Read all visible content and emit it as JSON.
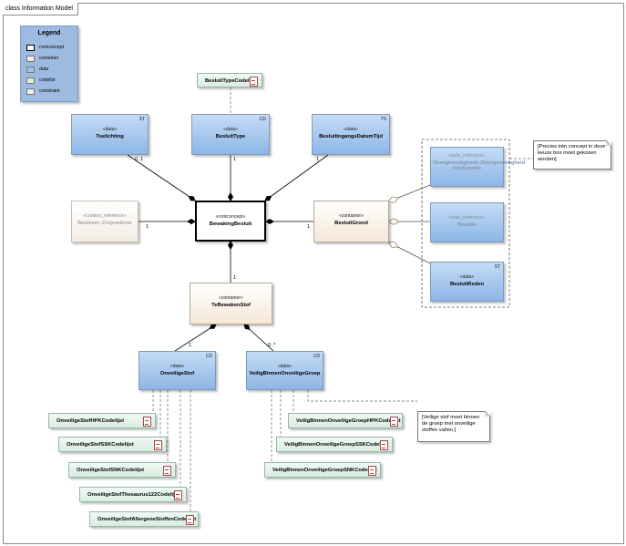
{
  "frame": {
    "title": "class Information Model"
  },
  "legend": {
    "title": "Legend",
    "items": [
      {
        "label": "rootconcept",
        "color": "#ffffff"
      },
      {
        "label": "container",
        "color": "#f7ece0"
      },
      {
        "label": "data",
        "color": "#9fc2ea"
      },
      {
        "label": "codelist",
        "color": "#d9ede1"
      },
      {
        "label": "constraint",
        "color": "#f2eef4"
      }
    ]
  },
  "classes": {
    "besluit_type_codelijst": {
      "name": "BesluitTypeCodelijst"
    },
    "toelichting": {
      "stereotype": "«data»",
      "name": "Toelichting",
      "tag": "ST"
    },
    "besluit_type": {
      "stereotype": "«data»",
      "name": "BesluitType",
      "tag": "CD"
    },
    "besluit_ingangs_datum_tijd": {
      "stereotype": "«data»",
      "name": "BesluitIngangsDatumTijd",
      "tag": "TS"
    },
    "beslisser": {
      "stereotype": "«context_reference»",
      "name": "Beslisser::Zorgverlener"
    },
    "bewaking_besluit": {
      "stereotype": "«rootconcept»",
      "name": "BewakingBesluit"
    },
    "besluit_grond": {
      "stereotype": "«container»",
      "name": "BesluitGrond"
    },
    "overgevoeligheid": {
      "stereotype": "«data_reference»",
      "name": "Overgevoeligheid::Overgevoeligheid Intolerantie"
    },
    "reactie": {
      "stereotype": "«data_reference»",
      "name": "Reactie"
    },
    "besluit_reden": {
      "stereotype": "«data»",
      "name": "BesluitReden",
      "tag": "ST"
    },
    "te_bewaken_stof": {
      "stereotype": "«container»",
      "name": "TeBewakenStof"
    },
    "onveilige_stof": {
      "stereotype": "«data»",
      "name": "OnveiligeStof",
      "tag": "CD"
    },
    "veilig_groep": {
      "stereotype": "«data»",
      "name": "VeiligBinnenOnveiligeGroep",
      "tag": "CD"
    }
  },
  "codelists_left": [
    {
      "name": "OnveiligeStofHPKCodelijst"
    },
    {
      "name": "OnveiligeStofSSKCodelijst"
    },
    {
      "name": "OnveiligeStofSNKCodelijst"
    },
    {
      "name": "OnveiligeStofThesaurus122Codelijst"
    },
    {
      "name": "OnveiligeStofAllergeneStoffenCodelijst"
    }
  ],
  "codelists_right": [
    {
      "name": "VeiligBinnenOnveiligeGroepHPKCodelijst"
    },
    {
      "name": "VeiligBinnenOnveiligeGroepSSKCodelijst"
    },
    {
      "name": "VeiligBinnenOnveiligeGroepSNKCodelijst"
    }
  ],
  "notes": {
    "choice": "[Precies één concept in deze keuze box moet gekozen worden]",
    "group": "[Veilige stof moet binnen de groep met onveilige stoffen vallen.]"
  },
  "multiplicities": {
    "toelichting": "0..1",
    "besluit_type": "1",
    "besluit_datum": "1",
    "beslisser": "1",
    "besluit_grond": "1",
    "te_bewaken_stof": "1",
    "onveilige_stof": "1",
    "veilig_groep": "0..*"
  }
}
